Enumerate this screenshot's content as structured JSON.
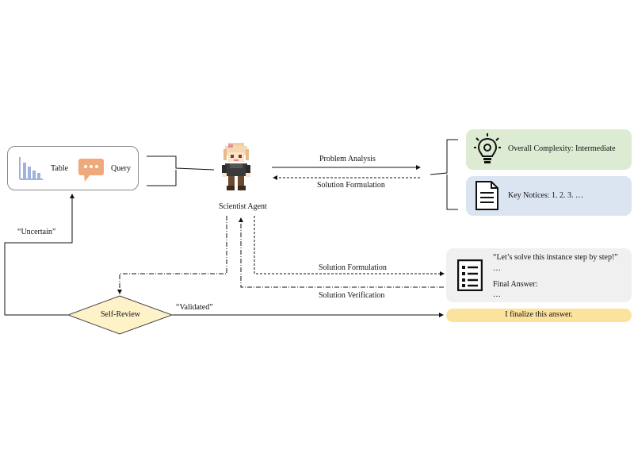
{
  "input": {
    "table_label": "Table",
    "query_label": "Query",
    "table_icon": "bar-chart-icon",
    "query_icon": "speech-bubble-icon"
  },
  "agent": {
    "label": "Scientist Agent",
    "avatar": "pixel-art-character"
  },
  "arrows": {
    "problem_analysis": "Problem Analysis",
    "solution_formulation_top": "Solution Formulation",
    "solution_formulation_bottom": "Solution Formulation",
    "solution_verification": "Solution Verification",
    "uncertain": "“Uncertain”",
    "validated": "“Validated”"
  },
  "analysis": {
    "complexity": "Overall Complexity: Intermediate",
    "notices": "Key Notices: 1. 2. 3. …",
    "complexity_icon": "lightbulb-gear-icon",
    "notices_icon": "document-icon"
  },
  "solution": {
    "line1": "“Let’s solve this instance step by step!”",
    "line2": "…",
    "line3": "Final Answer:",
    "line4": "…",
    "icon": "checklist-icon"
  },
  "review": {
    "label": "Self-Review"
  },
  "final": {
    "text": "I finalize this answer."
  },
  "colors": {
    "complexity_bg": "#dcebd2",
    "notices_bg": "#dbe5f2",
    "solution_bg": "#f0f0f0",
    "final_bg": "#fbe39e",
    "review_fill": "#fdf2c8",
    "query_icon": "#f0a97a",
    "table_icon": "#9fb3dc"
  }
}
